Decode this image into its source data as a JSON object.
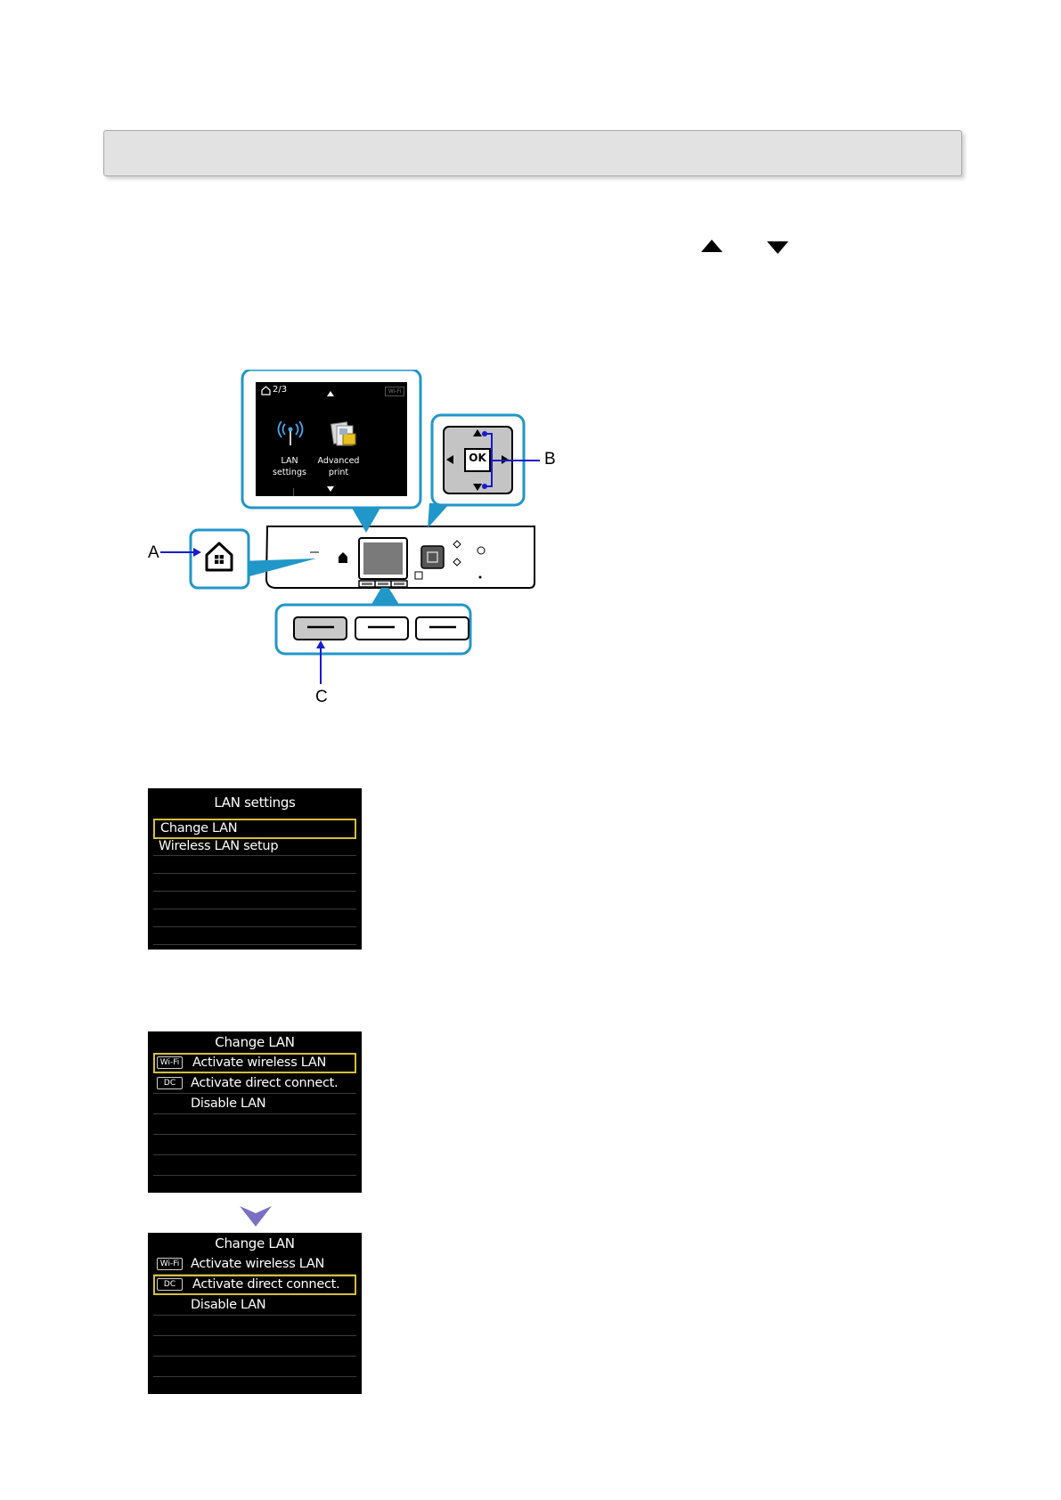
{
  "header": {
    "title": ""
  },
  "figure": {
    "callouts": {
      "a": "A",
      "b": "B",
      "c": "C"
    },
    "mini_screen": {
      "page": "2/3",
      "wifi_badge": "Wi-Fi",
      "item1_line1": "LAN",
      "item1_line2": "settings",
      "item2_line1": "Advanced",
      "item2_line2": "print"
    },
    "ok_label": "OK"
  },
  "screens": {
    "lan_settings": {
      "title": "LAN settings",
      "items": [
        "Change LAN",
        "Wireless LAN setup"
      ]
    },
    "change_lan_1": {
      "title": "Change LAN",
      "items": [
        {
          "badge": "Wi-Fi",
          "label": "Activate wireless LAN"
        },
        {
          "badge": "DC",
          "label": "Activate direct connect."
        },
        {
          "badge": "",
          "label": "Disable LAN"
        }
      ]
    },
    "change_lan_2": {
      "title": "Change LAN",
      "items": [
        {
          "badge": "Wi-Fi",
          "label": "Activate wireless LAN"
        },
        {
          "badge": "DC",
          "label": "Activate direct connect."
        },
        {
          "badge": "",
          "label": "Disable LAN"
        }
      ]
    }
  },
  "colors": {
    "accent_blue": "#2196c8",
    "callout_blue": "#1a1acc",
    "select_yellow": "#d4be3c",
    "arrow_purple": "#7b6fc4"
  },
  "icons": [
    "up-triangle-icon",
    "down-triangle-icon",
    "home-icon",
    "wifi-antenna-icon",
    "photo-print-icon",
    "flow-arrow-icon"
  ]
}
